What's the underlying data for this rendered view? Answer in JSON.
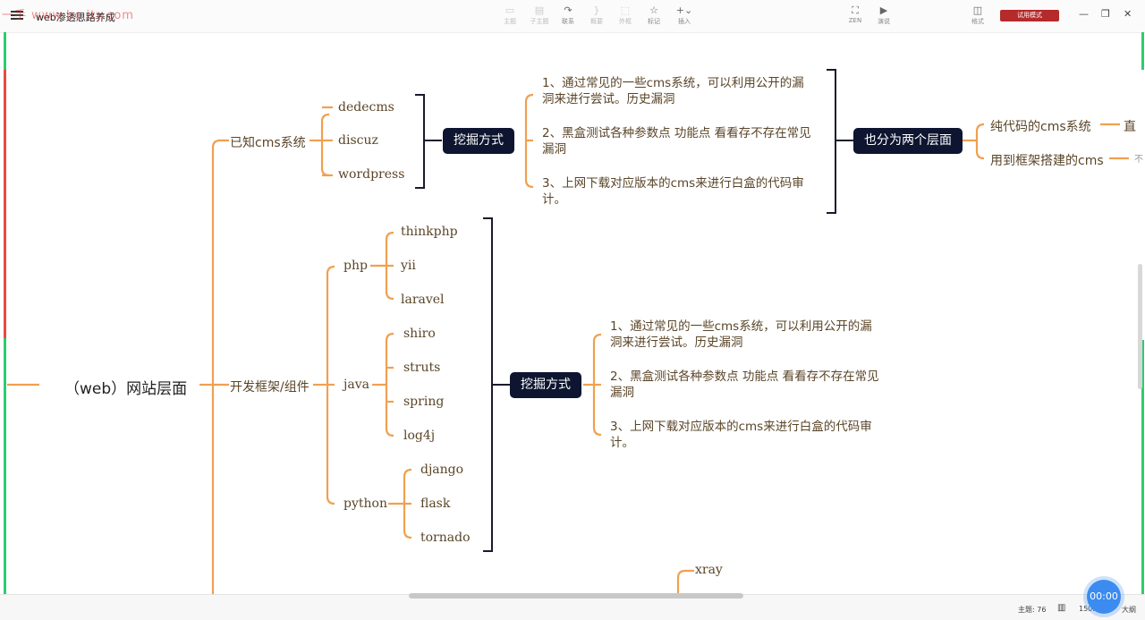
{
  "app": {
    "doc_title": "web渗透思路养成",
    "watermark": "一手 www.bc.ity.com"
  },
  "toolbar": {
    "items": [
      {
        "label": "主题",
        "icon": "topic-icon",
        "enabled": false
      },
      {
        "label": "子主题",
        "icon": "subtopic-icon",
        "enabled": false
      },
      {
        "label": "联系",
        "icon": "relation-icon",
        "enabled": true
      },
      {
        "label": "概要",
        "icon": "summary-icon",
        "enabled": false
      },
      {
        "label": "外框",
        "icon": "boundary-icon",
        "enabled": false
      },
      {
        "label": "标记",
        "icon": "star-icon",
        "enabled": true
      },
      {
        "label": "插入",
        "icon": "plus-icon",
        "enabled": true
      }
    ],
    "right_items": [
      {
        "label": "ZEN",
        "icon": "zen-icon"
      },
      {
        "label": "演说",
        "icon": "present-icon"
      }
    ],
    "format_label": "格式",
    "trial_label": "试用模式"
  },
  "mindmap": {
    "root": "（web）网站层面",
    "branch1": {
      "label": "已知cms系统",
      "children": [
        "dedecms",
        "discuz",
        "wordpress"
      ],
      "method": "挖掘方式",
      "methods": [
        "1、通过常见的一些cms系统，可以利用公开的漏洞来进行尝试。历史漏洞",
        "2、黑盒测试各种参数点 功能点 看看存不存在常见漏洞",
        "3、上网下载对应版本的cms来进行白盒的代码审计。"
      ],
      "layers": "也分为两个层面",
      "layer_items": [
        "纯代码的cms系统",
        "用到框架搭建的cms"
      ],
      "layer_tails": [
        "直",
        "不"
      ]
    },
    "branch2": {
      "label": "开发框架/组件",
      "php": {
        "label": "php",
        "children": [
          "thinkphp",
          "yii",
          "laravel"
        ]
      },
      "java": {
        "label": "java",
        "children": [
          "shiro",
          "struts",
          "spring",
          "log4j"
        ]
      },
      "python": {
        "label": "python",
        "children": [
          "django",
          "flask",
          "tornado"
        ]
      },
      "method": "挖掘方式",
      "methods": [
        "1、通过常见的一些cms系统，可以利用公开的漏洞来进行尝试。历史漏洞",
        "2、黑盒测试各种参数点 功能点 看看存不存在常见漏洞",
        "3、上网下载对应版本的cms来进行白盒的代码审计。"
      ]
    },
    "branch3_first": "xray"
  },
  "status": {
    "topics": "主题: 76",
    "zoom": "150...",
    "size_label": "大纲",
    "timer": "00:00"
  },
  "colors": {
    "branch": "#f0a050",
    "dark_node": "#0d1530",
    "bracket": "#1a1a2e",
    "trial": "#b52a2a"
  }
}
